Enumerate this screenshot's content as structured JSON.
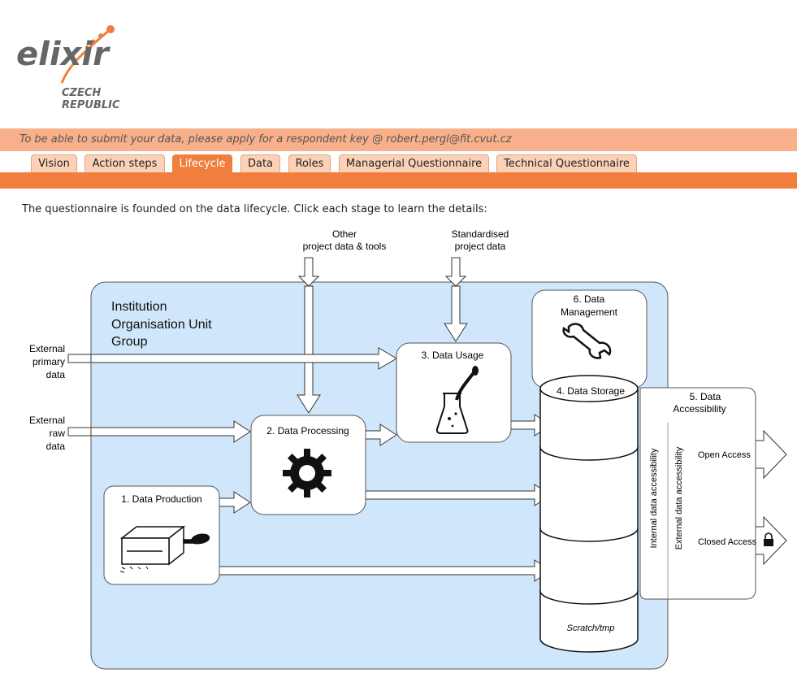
{
  "logo": {
    "word": "elixir",
    "line1": "CZECH",
    "line2": "REPUBLIC"
  },
  "banner": {
    "text": "To be able to submit your data, please apply for a respondent key @ robert.pergl@fit.cvut.cz"
  },
  "tabs": [
    {
      "label": "Vision"
    },
    {
      "label": "Action steps"
    },
    {
      "label": "Lifecycle",
      "active": true
    },
    {
      "label": "Data"
    },
    {
      "label": "Roles"
    },
    {
      "label": "Managerial Questionnaire"
    },
    {
      "label": "Technical Questionnaire"
    }
  ],
  "intro": "The questionnaire is founded on the data lifecycle. Click each stage to learn the details:",
  "diagram": {
    "institution": [
      "Institution",
      "Organisation Unit",
      "Group"
    ],
    "other_input": [
      "Other",
      "project data & tools"
    ],
    "std_input": [
      "Standardised",
      "project data"
    ],
    "ext_primary": [
      "External",
      "primary",
      "data"
    ],
    "ext_raw": [
      "External",
      "raw",
      "data"
    ],
    "stage1": "1. Data Production",
    "stage2": "2. Data Processing",
    "stage3": "3. Data Usage",
    "stage4": "4. Data Storage",
    "stage5": [
      "5. Data",
      "Accessibility"
    ],
    "stage6": [
      "6. Data",
      "Management"
    ],
    "internal_access": "Internal data accessibility",
    "external_access": "External data accessibility",
    "open_access": "Open Access",
    "closed_access": "Closed Access",
    "scratch": "Scratch/tmp"
  },
  "colors": {
    "accent": "#f27e3e",
    "banner": "#f8b08a",
    "tab": "#fbd2b7",
    "institution_fill": "#cfe6fb"
  }
}
